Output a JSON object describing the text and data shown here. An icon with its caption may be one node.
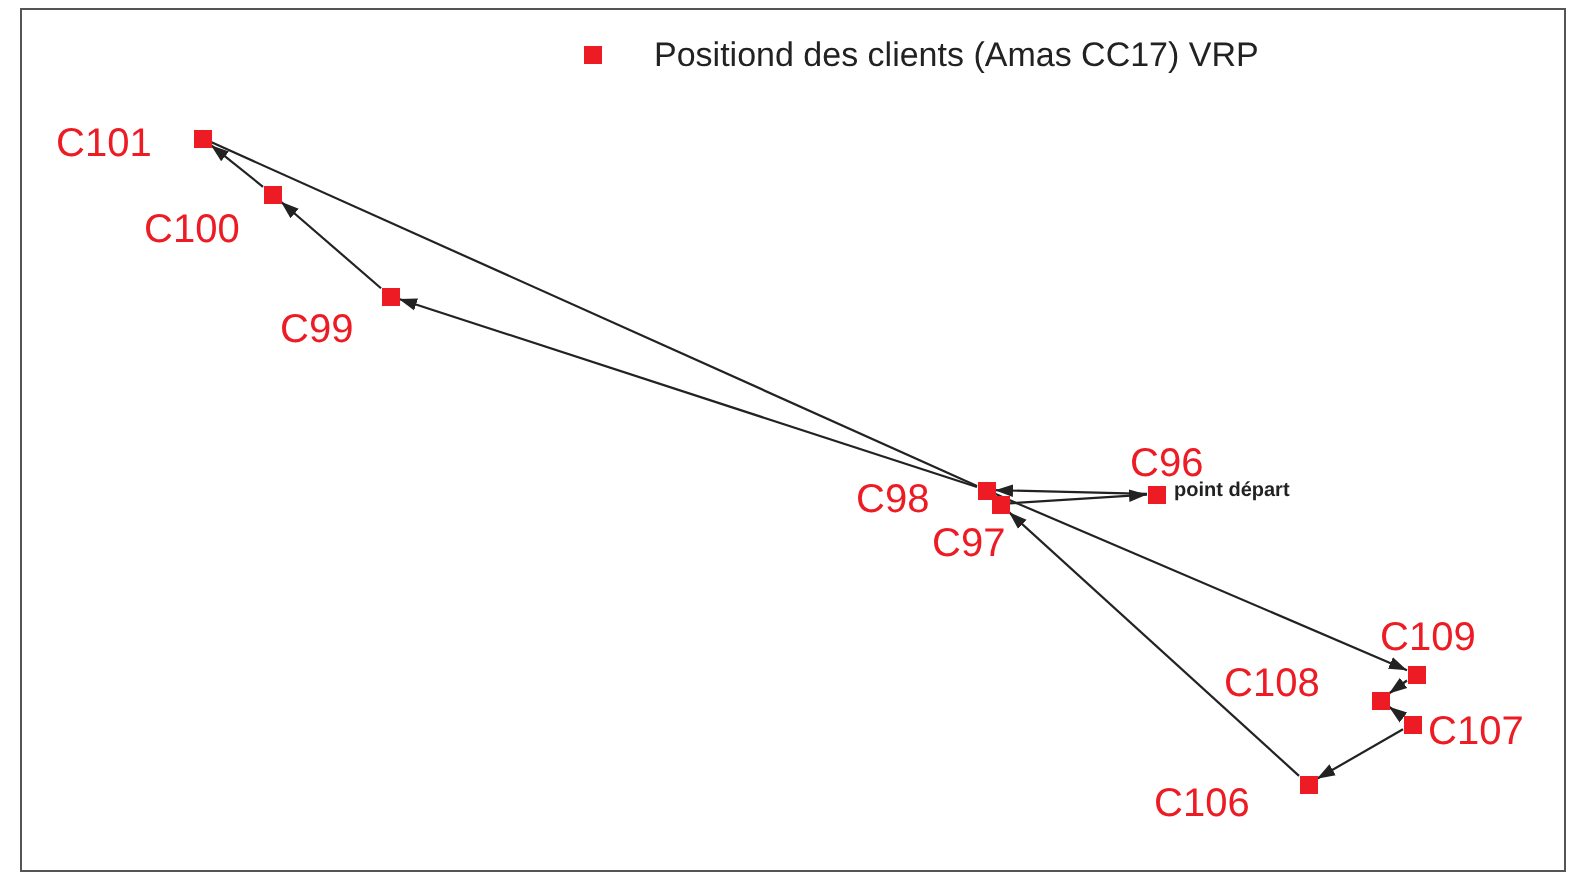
{
  "diagram": {
    "nodes": [
      {
        "text": [
          "C101"
        ]
      },
      {
        "text": [
          "C100"
        ]
      },
      {
        "text": [
          "C99"
        ]
      },
      {
        "text": [
          "C96"
        ],
        "beside": [
          "point départ"
        ]
      },
      {
        "text": [
          "C98"
        ]
      },
      {
        "text": [
          "C97"
        ]
      },
      {
        "text": [
          "C109"
        ]
      },
      {
        "text": [
          "C108"
        ]
      },
      {
        "text": [
          "C107"
        ]
      },
      {
        "text": [
          "C106"
        ]
      }
    ],
    "edges": [
      {
        "from": 3,
        "to": 4,
        "arrow": "to"
      },
      {
        "from": 4,
        "to": 2,
        "arrow": "to"
      },
      {
        "from": 2,
        "to": 1,
        "arrow": "to"
      },
      {
        "from": 1,
        "to": 0,
        "arrow": "to"
      },
      {
        "from": 0,
        "to": 4,
        "arrow": "none"
      },
      {
        "from": 4,
        "to": 6,
        "arrow": "to"
      },
      {
        "from": 6,
        "to": 7,
        "arrow": "to"
      },
      {
        "from": 8,
        "to": 7,
        "arrow": "to"
      },
      {
        "from": 8,
        "to": 9,
        "arrow": "to"
      },
      {
        "from": 9,
        "to": 5,
        "arrow": "to"
      },
      {
        "from": 5,
        "to": 3,
        "arrow": "to"
      }
    ],
    "legend": [
      {
        "text": "Positiond des clients (Amas CC17) VRP",
        "color": "#ed1c24"
      }
    ]
  }
}
